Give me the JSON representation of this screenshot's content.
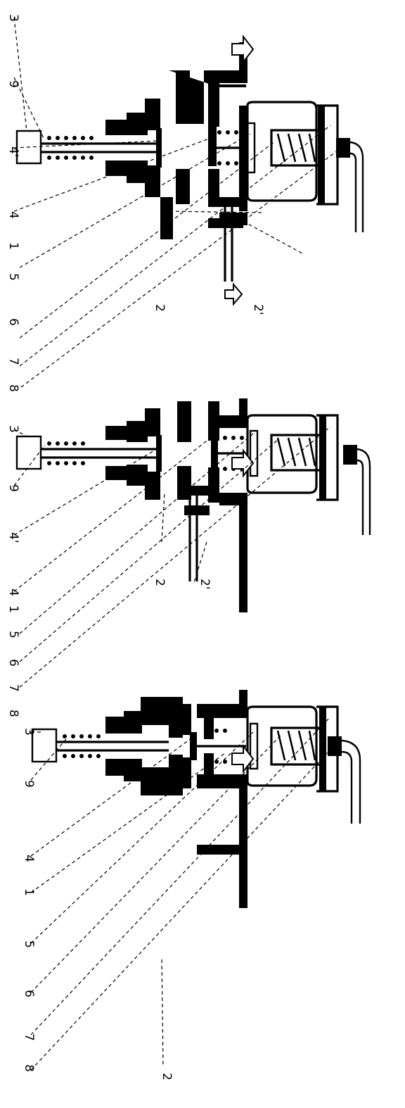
{
  "figures": [
    {
      "id": "top",
      "labels": {
        "l3": "3",
        "l9": "9",
        "l4p": "4'",
        "l4": "4",
        "l1": "1",
        "l5": "5",
        "l6": "6",
        "l7": "7",
        "l8": "8",
        "l2": "2",
        "l2p": "2'"
      }
    },
    {
      "id": "middle",
      "labels": {
        "l3": "3",
        "l9": "9",
        "l4p": "4'",
        "l4": "4",
        "l1": "1",
        "l5": "5",
        "l6": "6",
        "l7": "7",
        "l8": "8",
        "l2": "2",
        "l2p": "2'"
      }
    },
    {
      "id": "bottom",
      "labels": {
        "l3": "3",
        "l9": "9",
        "l4": "4",
        "l1": "1",
        "l5": "5",
        "l6": "6",
        "l7": "7",
        "l8": "8",
        "l2": "2"
      }
    }
  ]
}
